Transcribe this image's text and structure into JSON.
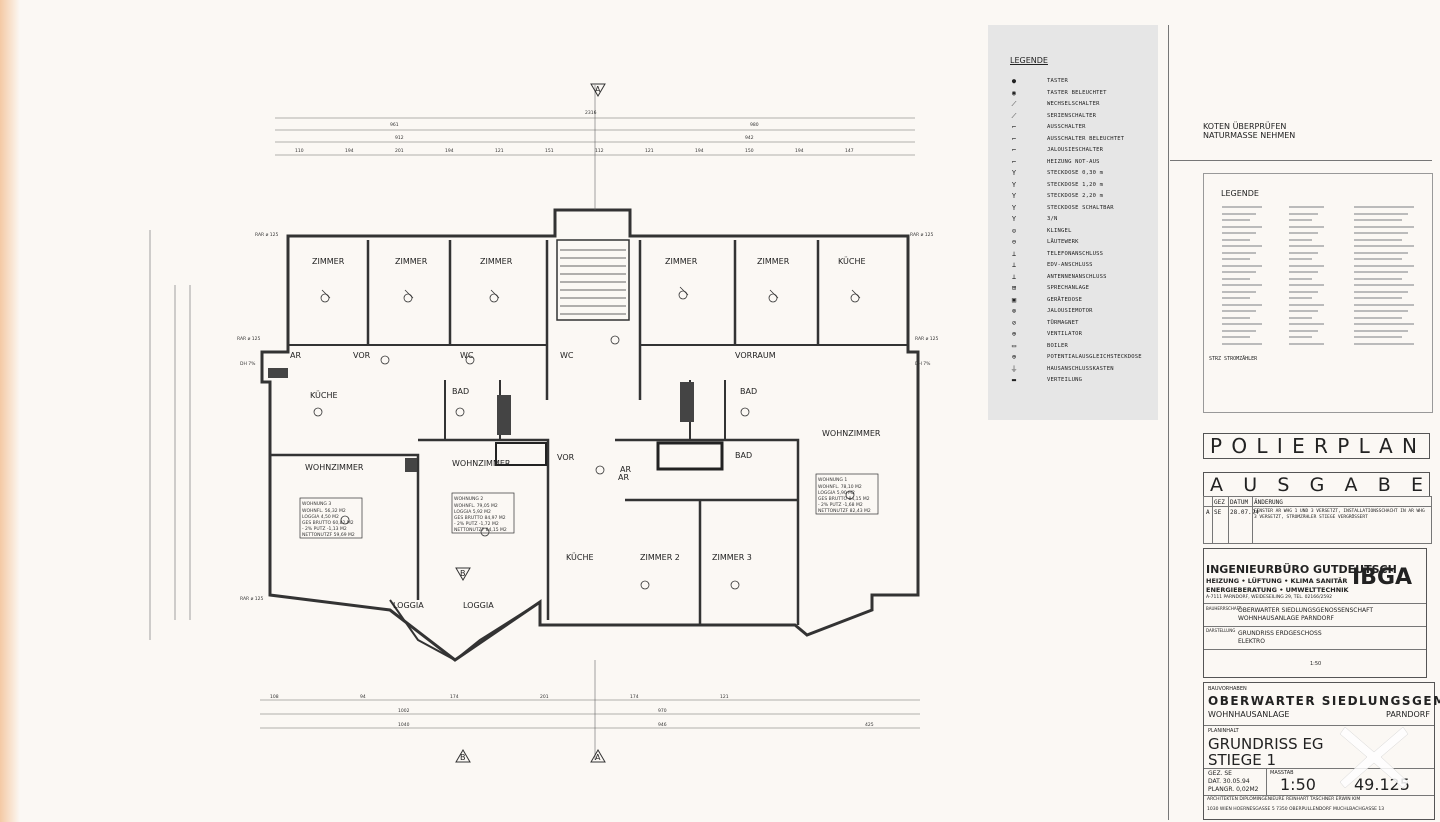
{
  "legend_left": {
    "title": "LEGENDE",
    "items": [
      {
        "symbol": "●",
        "label": "TASTER"
      },
      {
        "symbol": "◉",
        "label": "TASTER BELEUCHTET"
      },
      {
        "symbol": "⟋",
        "label": "WECHSELSCHALTER"
      },
      {
        "symbol": "⟋",
        "label": "SERIENSCHALTER"
      },
      {
        "symbol": "⌐",
        "label": "AUSSCHALTER"
      },
      {
        "symbol": "⌐",
        "label": "AUSSCHALTER BELEUCHTET"
      },
      {
        "symbol": "⌐",
        "label": "JALOUSIESCHALTER"
      },
      {
        "symbol": "⌐",
        "label": "HEIZUNG NOT-AUS"
      },
      {
        "symbol": "Y",
        "label": "STECKDOSE 0,30 m"
      },
      {
        "symbol": "Y",
        "label": "STECKDOSE 1,20 m"
      },
      {
        "symbol": "Y",
        "label": "STECKDOSE 2,20 m"
      },
      {
        "symbol": "Y",
        "label": "STECKDOSE SCHALTBAR"
      },
      {
        "symbol": "Y",
        "label": "3/N"
      },
      {
        "symbol": "⊙",
        "label": "KLINGEL"
      },
      {
        "symbol": "⊖",
        "label": "LÄUTEWERK"
      },
      {
        "symbol": "⊥",
        "label": "TELEFONANSCHLUSS"
      },
      {
        "symbol": "⊥",
        "label": "EDV-ANSCHLUSS"
      },
      {
        "symbol": "⊥",
        "label": "ANTENNENANSCHLUSS"
      },
      {
        "symbol": "⊞",
        "label": "SPRECHANLAGE"
      },
      {
        "symbol": "▣",
        "label": "GERÄTEDOSE"
      },
      {
        "symbol": "⊗",
        "label": "JALOUSIEMOTOR"
      },
      {
        "symbol": "⊘",
        "label": "TÜRMAGNET"
      },
      {
        "symbol": "⊕",
        "label": "VENTILATOR"
      },
      {
        "symbol": "▭",
        "label": "BOILER"
      },
      {
        "symbol": "⊕",
        "label": "POTENTIALAUSGLEICHSTECKDOSE"
      },
      {
        "symbol": "⏚",
        "label": "HAUSANSCHLUSSKASTEN"
      },
      {
        "symbol": "▬",
        "label": "VERTEILUNG"
      }
    ]
  },
  "note": {
    "line1": "KOTEN ÜBERPRÜFEN",
    "line2": "NATURMASSE NEHMEN"
  },
  "legend_right": {
    "title": "LEGENDE",
    "last_item": "STRZ STROMZÄHLER"
  },
  "polierplan": "POLIERPLAN",
  "ausgabe": "AUSGABE",
  "revision": {
    "col_gez": "GEZ",
    "col_datum": "DATUM",
    "col_aenderung": "ÄNDERUNG",
    "row_index": "A",
    "row_gez": "SE",
    "row_datum": "28.07.94",
    "row_text": "FENSTER AR WHG 1 UND 3 VERSETZT, INSTALLATIONSSCHACHT IN AR WHG 3 VERSETZT, STROMZÄHLER STIEGE VERGRÖSSERT"
  },
  "engineer": {
    "name": "INGENIEURBÜRO GUTDEUTSCH",
    "line2": "HEIZUNG • LÜFTUNG • KLIMA SANITÄR",
    "line3": "ENERGIEBERATUNG • UMWELTTECHNIK",
    "address": "A-7111 PARNDORF, WEIDESEILING 29, TEL. 02166/2592",
    "logo": "IBGA",
    "client_label": "BAUHERRSCHAFT",
    "client1": "OBERWARTER SIEDLUNGSGENOSSENSCHAFT",
    "client2": "WOHNHAUSANLAGE PARNDORF",
    "drawing_label": "DARSTELLUNG",
    "drawing1": "GRUNDRISS ERDGESCHOSS",
    "drawing2": "ELEKTRO",
    "scale": "1:50"
  },
  "title_block": {
    "bauvorhaben_label": "BAUVORHABEN",
    "owner": "OBERWARTER SIEDLUNGSGEM.",
    "project": "WOHNHAUSANLAGE",
    "place": "PARNDORF",
    "planinhalt_label": "PLANINHALT",
    "title1": "GRUNDRISS EG",
    "title2": "STIEGE 1",
    "gez": "GEZ. SE",
    "dat": "DAT. 30.05.94",
    "plangr": "PLANGR. 0,02M2",
    "masstab_label": "MASSTAB",
    "masstab": "1:50",
    "plan_no": "49.125",
    "footer1": "ARCHITEKTEN   DIPLOMINGENIEURE   REINHART   TASCHNER   ERWIN KIM",
    "footer2": "1030   WIEN   HOERNESGASSE 5   7350 OBERPULLENDORF   MUCHLBACHGASSE 13"
  },
  "plan": {
    "rooms": [
      {
        "label": "ZIMMER"
      },
      {
        "label": "ZIMMER"
      },
      {
        "label": "ZIMMER"
      },
      {
        "label": "ZIMMER"
      },
      {
        "label": "ZIMMER"
      },
      {
        "label": "KÜCHE"
      },
      {
        "label": "AR"
      },
      {
        "label": "VOR"
      },
      {
        "label": "WC"
      },
      {
        "label": "WC"
      },
      {
        "label": "VORRAUM"
      },
      {
        "label": "AR"
      },
      {
        "label": "BAD"
      },
      {
        "label": "BAD"
      },
      {
        "label": "KÜCHE"
      },
      {
        "label": "WOHNZIMMER"
      },
      {
        "label": "WOHNZIMMER"
      },
      {
        "label": "WOHNZIMMER"
      },
      {
        "label": "BAD"
      },
      {
        "label": "VOR"
      },
      {
        "label": "AR"
      },
      {
        "label": "KÜCHE"
      },
      {
        "label": "ZIMMER 2"
      },
      {
        "label": "ZIMMER 3"
      },
      {
        "label": "LOGGIA"
      },
      {
        "label": "LOGGIA"
      }
    ],
    "apartments": [
      {
        "title": "WOHNUNG 3",
        "rows": [
          "WOHNFL.   56,32 M2",
          "LOGGIA     4,50 M2",
          "GES BRUTTO  60,82 M2",
          "- 2% PUTZ   -1,13 M2",
          "NETTONUTZF  59,69 M2"
        ]
      },
      {
        "title": "WOHNUNG 2",
        "rows": [
          "WOHNFL.   79,05 M2",
          "LOGGIA     5,92 M2",
          "GES BRUTTO  84,97 M2",
          "- 2% PUTZ   -1,72 M2",
          "NETTONUTZF  84,15 M2"
        ]
      },
      {
        "title": "WOHNUNG 1",
        "rows": [
          "WOHNFL.   78,10 M2",
          "LOGGIA     5,90 M2",
          "GES BRUTTO  84,15 M2",
          "- 2% PUTZ   -1,68 M2",
          "NETTONUTZF  82,43 M2"
        ]
      }
    ],
    "section_marks": [
      "A",
      "A",
      "B",
      "B"
    ],
    "dims_top": [
      "2316",
      "961",
      "980",
      "912",
      "942",
      "110",
      "194",
      "201",
      "194",
      "121",
      "151",
      "112",
      "121",
      "194",
      "150",
      "194",
      "147"
    ],
    "dims_bottom": [
      "1002",
      "970",
      "1040",
      "946",
      "425",
      "108",
      "94",
      "174",
      "201",
      "174",
      "121"
    ],
    "side_marks": [
      "RAR ø 125",
      "RAR ø 125",
      "RAR ø 125",
      "RAR ø 125",
      "RAR ø 125",
      "DH 7%",
      "DH 7%"
    ]
  }
}
